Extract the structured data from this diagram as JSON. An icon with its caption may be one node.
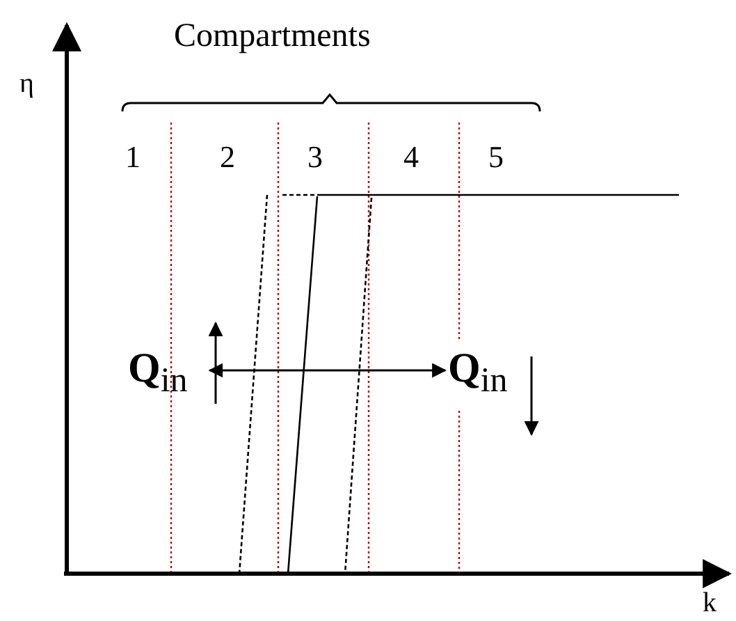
{
  "diagram": {
    "nodes": [
      {
        "text": [
          "**Q**$_{in}$"
        ]
      },
      {
        "text": [
          "**Q**$_{in}$"
        ]
      }
    ],
    "edges": [
      {
        "from": 0,
        "to": 1,
        "arrow": "both"
      }
    ],
    "labels": [
      "Compartments",
      "η",
      "1",
      "2",
      "3",
      "4",
      "5",
      "k"
    ]
  }
}
